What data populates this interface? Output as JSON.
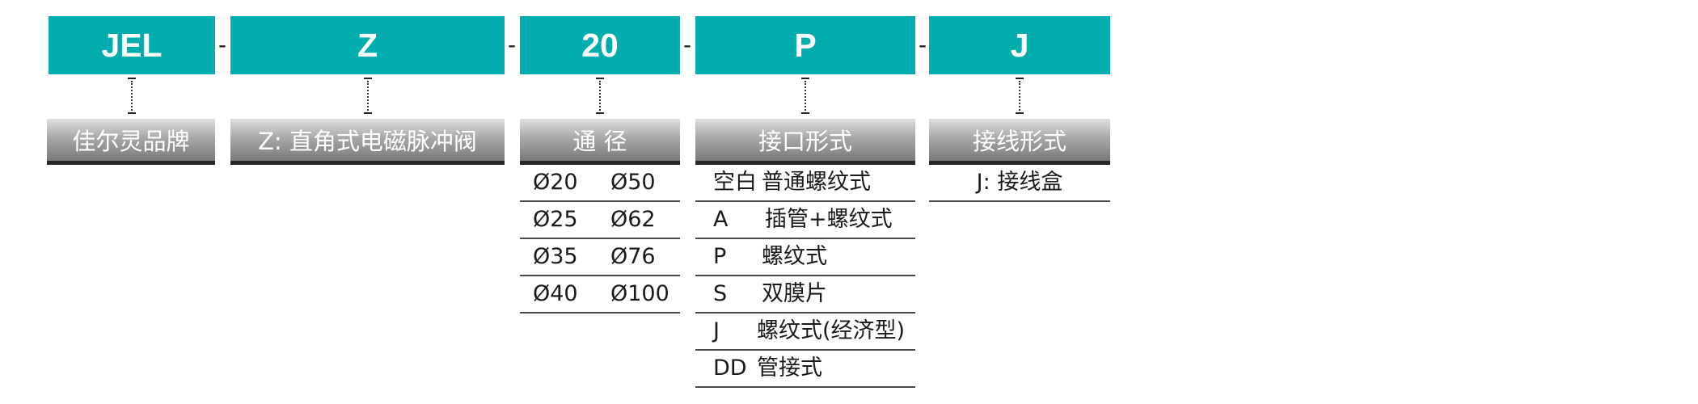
{
  "segments": [
    {
      "code": "JEL",
      "label": "佳尔灵品牌"
    },
    {
      "code": "Z",
      "label": "Z: 直角式电磁脉冲阀"
    },
    {
      "code": "20",
      "label": "通 径"
    },
    {
      "code": "P",
      "label": "接口形式"
    },
    {
      "code": "J",
      "label": "接线形式"
    }
  ],
  "separator": "-",
  "diameter_table": [
    [
      "Ø20",
      "Ø50"
    ],
    [
      "Ø25",
      "Ø62"
    ],
    [
      "Ø35",
      "Ø76"
    ],
    [
      "Ø40",
      "Ø100"
    ]
  ],
  "port_table": [
    {
      "code": "空白",
      "desc": "普通螺纹式"
    },
    {
      "code": "A",
      "desc": "插管+螺纹式"
    },
    {
      "code": "P",
      "desc": "螺纹式"
    },
    {
      "code": "S",
      "desc": "双膜片"
    },
    {
      "code": "J",
      "desc": "螺纹式(经济型)"
    },
    {
      "code": "DD",
      "desc": "管接式"
    }
  ],
  "wiring_table": [
    {
      "text": "J: 接线盒"
    }
  ],
  "colors": {
    "code_box": "#04adad",
    "label_bar_dark": "#7a7a7a",
    "label_bar_light": "#e0e0e0",
    "rule": "#4a4a4a"
  }
}
